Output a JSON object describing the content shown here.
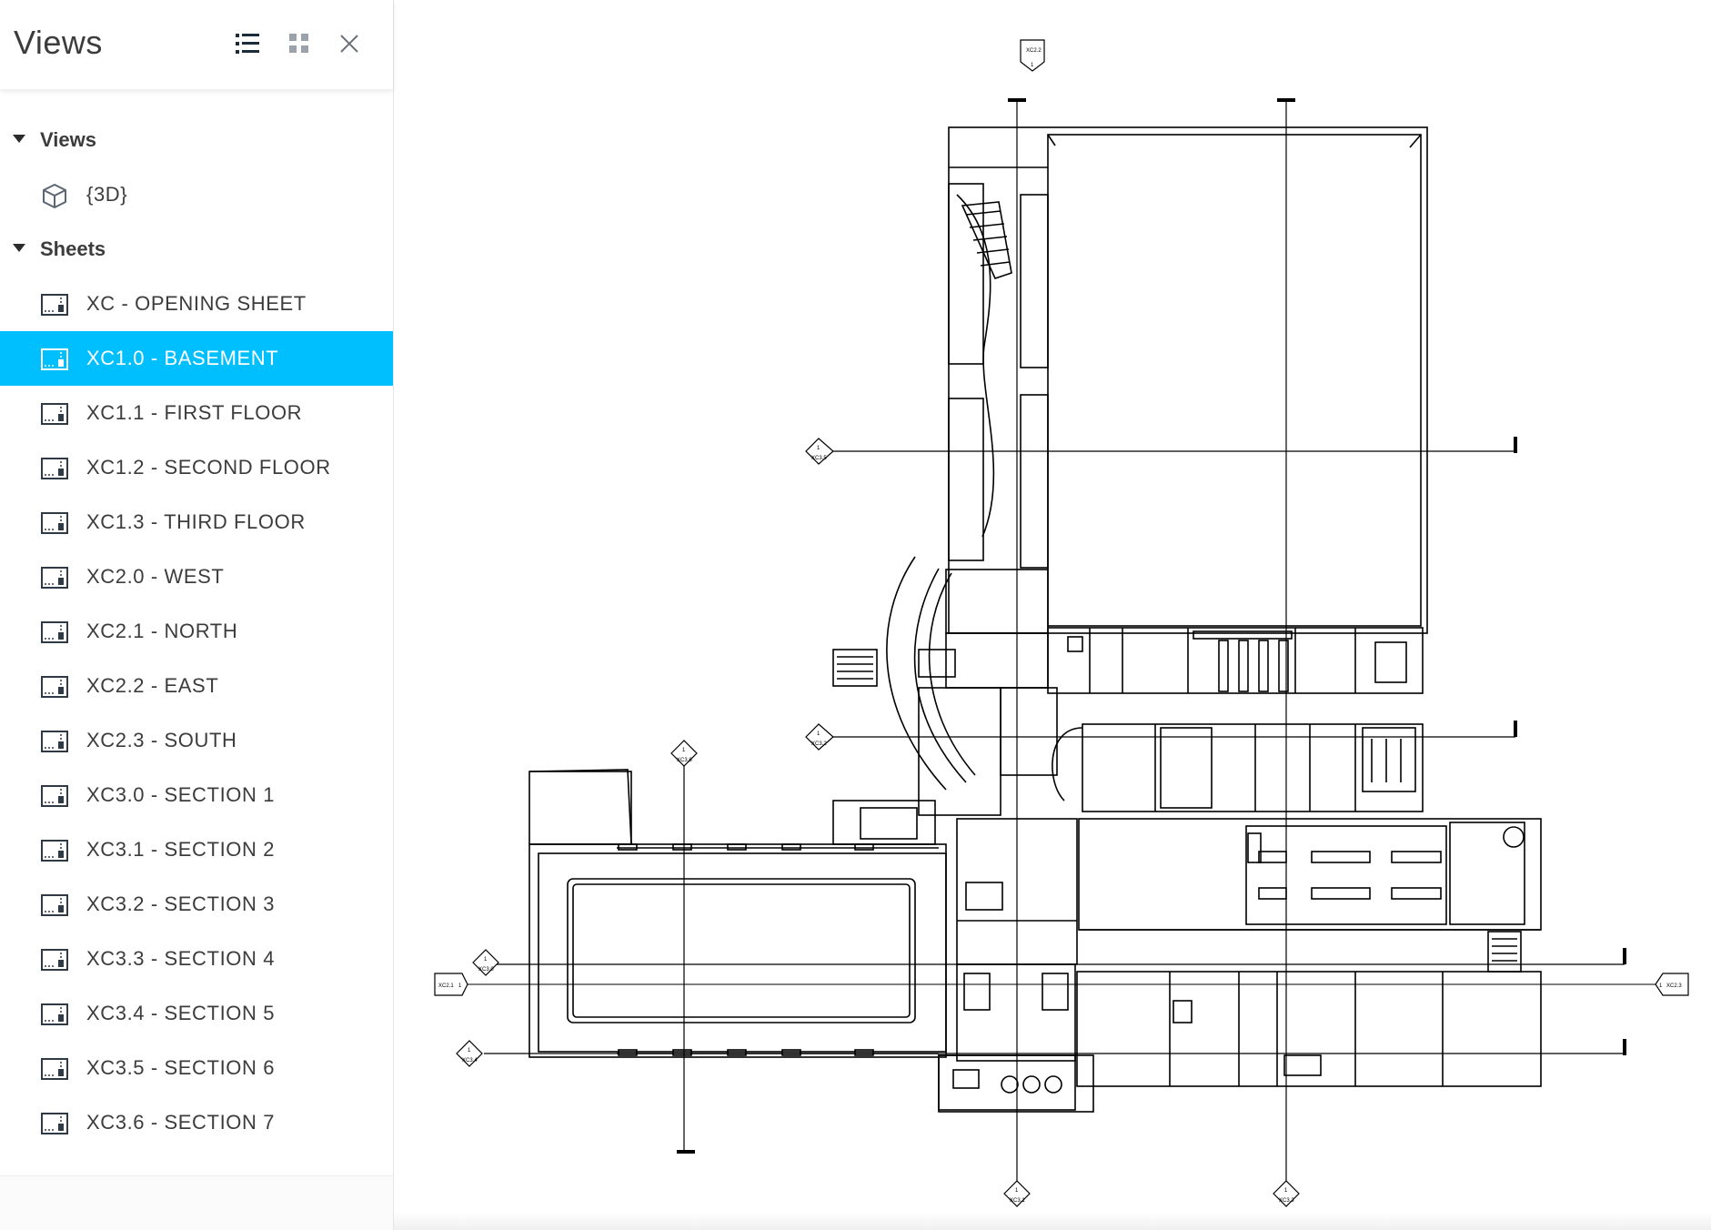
{
  "panel": {
    "title": "Views",
    "icons": {
      "list": "list-view-icon",
      "grid": "grid-view-icon",
      "close": "close-icon"
    },
    "groups": [
      {
        "label": "Views",
        "expanded": true,
        "items": [
          {
            "label": "{3D}",
            "icon": "cube-icon",
            "selected": false
          }
        ]
      },
      {
        "label": "Sheets",
        "expanded": true,
        "items": [
          {
            "label": "XC - OPENING SHEET",
            "icon": "sheet-icon",
            "selected": false
          },
          {
            "label": "XC1.0 - BASEMENT",
            "icon": "sheet-icon",
            "selected": true
          },
          {
            "label": "XC1.1 - FIRST FLOOR",
            "icon": "sheet-icon",
            "selected": false
          },
          {
            "label": "XC1.2 - SECOND FLOOR",
            "icon": "sheet-icon",
            "selected": false
          },
          {
            "label": "XC1.3 - THIRD FLOOR",
            "icon": "sheet-icon",
            "selected": false
          },
          {
            "label": "XC2.0 - WEST",
            "icon": "sheet-icon",
            "selected": false
          },
          {
            "label": "XC2.1 - NORTH",
            "icon": "sheet-icon",
            "selected": false
          },
          {
            "label": "XC2.2 - EAST",
            "icon": "sheet-icon",
            "selected": false
          },
          {
            "label": "XC2.3 - SOUTH",
            "icon": "sheet-icon",
            "selected": false
          },
          {
            "label": "XC3.0 - SECTION 1",
            "icon": "sheet-icon",
            "selected": false
          },
          {
            "label": "XC3.1 - SECTION 2",
            "icon": "sheet-icon",
            "selected": false
          },
          {
            "label": "XC3.2 - SECTION 3",
            "icon": "sheet-icon",
            "selected": false
          },
          {
            "label": "XC3.3 - SECTION 4",
            "icon": "sheet-icon",
            "selected": false
          },
          {
            "label": "XC3.4 - SECTION 5",
            "icon": "sheet-icon",
            "selected": false
          },
          {
            "label": "XC3.5 - SECTION 6",
            "icon": "sheet-icon",
            "selected": false
          },
          {
            "label": "XC3.6 - SECTION 7",
            "icon": "sheet-icon",
            "selected": false
          }
        ]
      }
    ]
  },
  "colors": {
    "selected": "#00bfff",
    "text": "#3c3c3c",
    "drawing": "#000000"
  },
  "drawing": {
    "sheet": "XC1.0 - BASEMENT",
    "tags": {
      "t1": {
        "top": "XC2.2",
        "bottom": "1"
      },
      "t2": {
        "top": "1",
        "bottom": "XC3.5"
      },
      "t3": {
        "top": "1",
        "bottom": "XC3.2"
      },
      "t4": {
        "top": "1",
        "bottom": "XC3.6"
      },
      "t5": {
        "top": "1",
        "bottom": "XC3.0"
      },
      "t6": {
        "top": "1",
        "bottom": "XC3.4"
      },
      "t7": {
        "top": "1",
        "bottom": "XC3.1"
      },
      "t8": {
        "top": "1",
        "bottom": "XC3.3"
      },
      "t9": {
        "left": "XC2.1",
        "right": "1"
      },
      "t10": {
        "left": "1",
        "right": "XC2.3"
      }
    }
  }
}
